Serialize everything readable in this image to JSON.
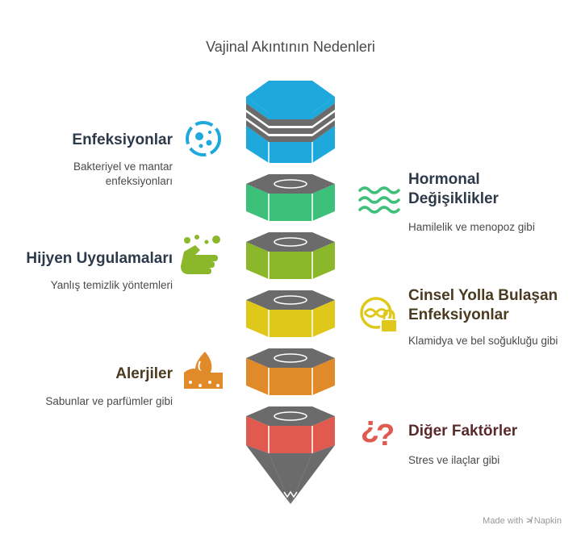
{
  "title": "Vajinal Akıntının Nedenleri",
  "colors": {
    "cap_top": "#1ea8dc",
    "cap_band": "#6b6b6b",
    "blue": "#1ea8dc",
    "green": "#3cc07a",
    "olive": "#8ab82a",
    "yellow": "#e0c81a",
    "orange": "#e08a2a",
    "red": "#e05a50",
    "dark": "#6b6b6b"
  },
  "items": [
    {
      "heading": "Enfeksiyonlar",
      "description": "Bakteriyel ve mantar enfeksiyonları",
      "icon": "microbe-icon",
      "color": "#1ea8dc",
      "text_color": "#2d3a4a"
    },
    {
      "heading": "Hormonal Değişiklikler",
      "description": "Hamilelik ve menopoz gibi",
      "icon": "waves-icon",
      "color": "#3cc07a",
      "text_color": "#2d3a4a"
    },
    {
      "heading": "Hijyen Uygulamaları",
      "description": "Yanlış temizlik yöntemleri",
      "icon": "hand-washing-icon",
      "color": "#8ab82a",
      "text_color": "#2d3a4a"
    },
    {
      "heading": "Cinsel Yolla Bulaşan Enfeksiyonlar",
      "description": "Klamidya ve bel soğukluğu gibi",
      "icon": "safe-sex-icon",
      "color": "#e0c81a",
      "text_color": "#4a3a20"
    },
    {
      "heading": "Alerjiler",
      "description": "Sabunlar ve parfümler gibi",
      "icon": "skin-allergy-icon",
      "color": "#e08a2a",
      "text_color": "#4a3a20"
    },
    {
      "heading": "Diğer Faktörler",
      "description": "Stres ve ilaçlar gibi",
      "icon": "question-marks-icon",
      "color": "#e05a50",
      "text_color": "#5a2a2a"
    }
  ],
  "footer": {
    "made_with": "Made with",
    "brand": "Napkin"
  }
}
